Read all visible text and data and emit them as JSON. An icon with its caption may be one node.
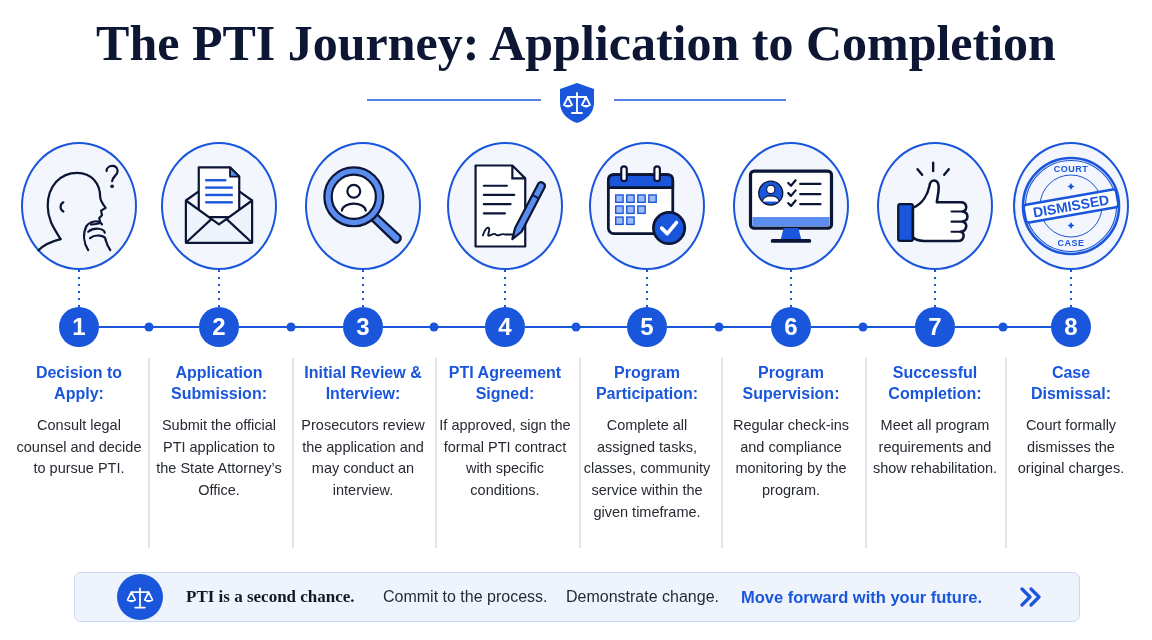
{
  "diagram": {
    "title": "The PTI Journey: Application to Completion",
    "nodes": [
      {
        "text": [],
        "shape": "circle"
      },
      {
        "text": [],
        "shape": "circle"
      },
      {
        "text": [],
        "shape": "circle"
      },
      {
        "text": [],
        "shape": "circle"
      },
      {
        "text": [],
        "shape": "circle"
      },
      {
        "text": [],
        "shape": "circle"
      },
      {
        "text": [],
        "shape": "circle"
      },
      {
        "text": [
          "COURT",
          "DISMISSED",
          "CASE"
        ]
      },
      {
        "text": [
          "1"
        ],
        "beside": [
          "Decision to Apply:",
          "Consult legal counsel and decide to pursue PTI."
        ]
      },
      {
        "text": [
          "2"
        ],
        "beside": [
          "Application Submission:",
          "Submit the official PTI application to the State Attorney’s Office."
        ]
      },
      {
        "text": [
          "3"
        ],
        "beside": [
          "Initial Review & Interview:",
          "Prosecutors review the application and may conduct an interview."
        ]
      },
      {
        "text": [
          "4"
        ],
        "beside": [
          "PTI Agreement Signed:",
          "If approved, sign the formal PTI contract with specific conditions."
        ]
      },
      {
        "text": [
          "5"
        ],
        "beside": [
          "Program Participation:",
          "Complete all assigned tasks, classes, community service within the given timeframe."
        ]
      },
      {
        "text": [
          "6"
        ],
        "beside": [
          "Program Supervision:",
          "Regular check-ins and compliance monitoring by the program."
        ]
      },
      {
        "text": [
          "7"
        ],
        "beside": [
          "Successful Completion:",
          "Meet all program requirements and show rehabilitation."
        ]
      },
      {
        "text": [
          "8"
        ],
        "beside": [
          "Case Dismissal:",
          "Court formally dismisses the original charges."
        ]
      },
      {
        "text": [
          "PTI is a second chance.",
          "Commit to the process.",
          "Demonstrate change.",
          "Move forward with your future."
        ]
      }
    ],
    "edges": [
      {
        "from": 0,
        "to": 8,
        "arrow": "none",
        "style": "dashed"
      },
      {
        "from": 1,
        "to": 9,
        "arrow": "none",
        "style": "dashed"
      },
      {
        "from": 2,
        "to": 10,
        "arrow": "none",
        "style": "dashed"
      },
      {
        "from": 3,
        "to": 11,
        "arrow": "none",
        "style": "dashed"
      },
      {
        "from": 4,
        "to": 12,
        "arrow": "none",
        "style": "dashed"
      },
      {
        "from": 5,
        "to": 13,
        "arrow": "none",
        "style": "dashed"
      },
      {
        "from": 6,
        "to": 14,
        "arrow": "none",
        "style": "dashed"
      },
      {
        "from": 7,
        "to": 15,
        "arrow": "none",
        "style": "dashed"
      },
      {
        "from": 8,
        "to": 9,
        "arrow": "none"
      },
      {
        "from": 9,
        "to": 10,
        "arrow": "none"
      },
      {
        "from": 10,
        "to": 11,
        "arrow": "none"
      },
      {
        "from": 11,
        "to": 12,
        "arrow": "none"
      },
      {
        "from": 12,
        "to": 13,
        "arrow": "none"
      },
      {
        "from": 13,
        "to": 14,
        "arrow": "none"
      },
      {
        "from": 14,
        "to": 15,
        "arrow": "none"
      }
    ]
  }
}
